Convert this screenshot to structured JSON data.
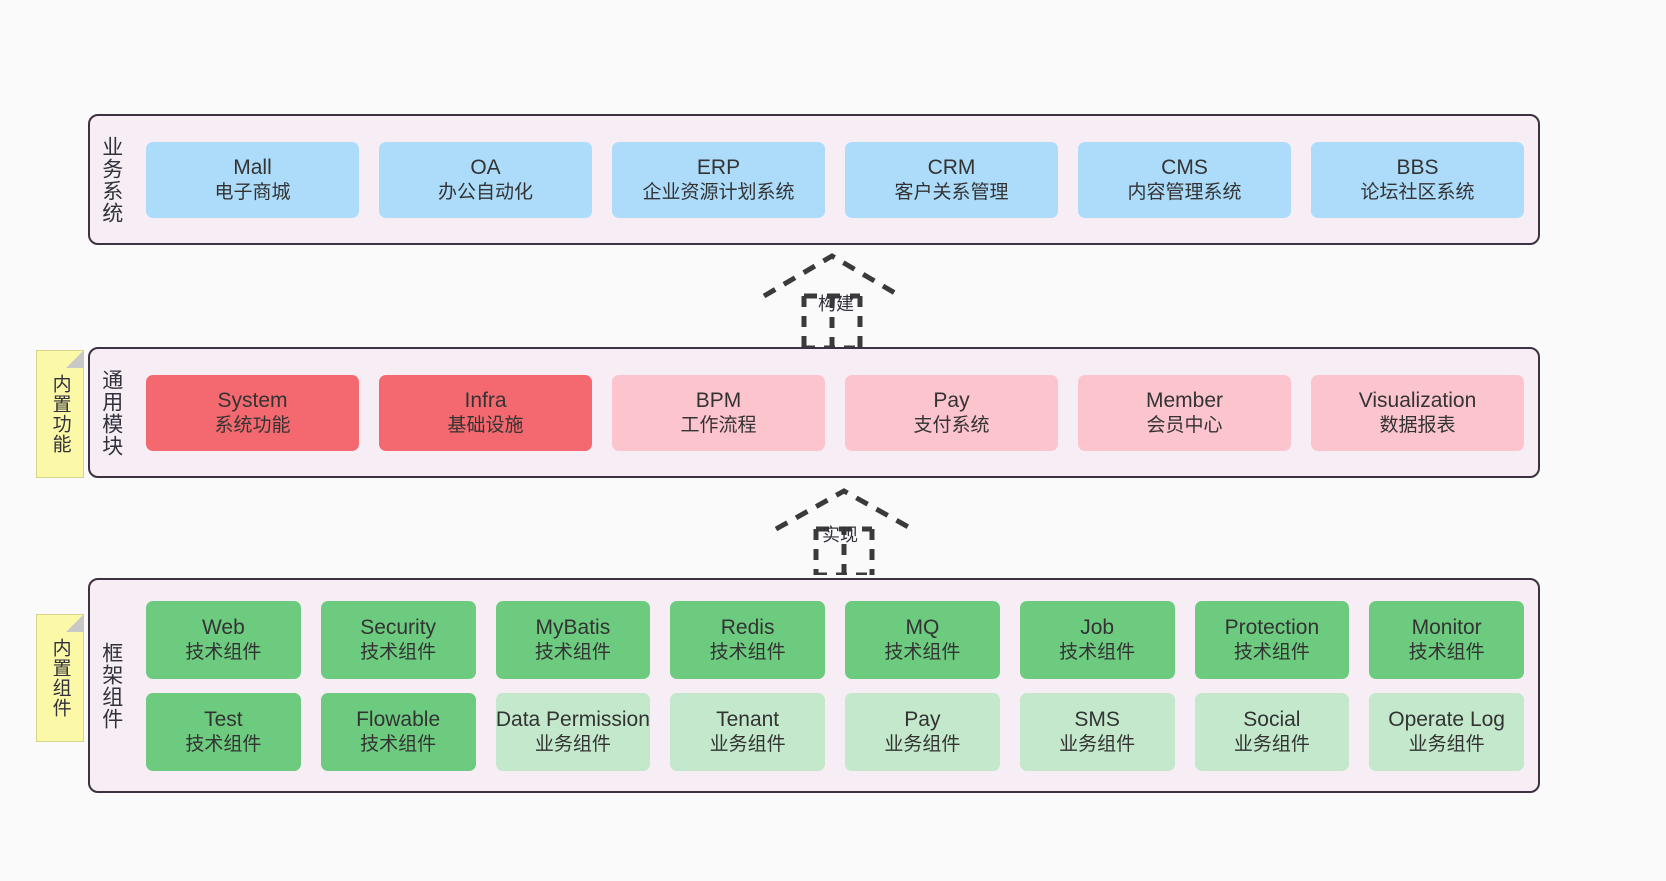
{
  "diagram": {
    "background_color": "#fafafa",
    "band_background": "#f7edf5",
    "band_border": "#3d3240"
  },
  "bands": {
    "business": {
      "label": "业务系统",
      "color": "#addcfb",
      "items": [
        {
          "name": "Mall",
          "desc": "电子商城"
        },
        {
          "name": "OA",
          "desc": "办公自动化"
        },
        {
          "name": "ERP",
          "desc": "企业资源计划系统"
        },
        {
          "name": "CRM",
          "desc": "客户关系管理"
        },
        {
          "name": "CMS",
          "desc": "内容管理系统"
        },
        {
          "name": "BBS",
          "desc": "论坛社区系统"
        }
      ]
    },
    "modules": {
      "label": "通用模块",
      "note": "内置功能",
      "color_primary": "#f4696f",
      "color_secondary": "#fcc5ce",
      "items": [
        {
          "name": "System",
          "desc": "系统功能",
          "tone": "primary"
        },
        {
          "name": "Infra",
          "desc": "基础设施",
          "tone": "primary"
        },
        {
          "name": "BPM",
          "desc": "工作流程",
          "tone": "secondary"
        },
        {
          "name": "Pay",
          "desc": "支付系统",
          "tone": "secondary"
        },
        {
          "name": "Member",
          "desc": "会员中心",
          "tone": "secondary"
        },
        {
          "name": "Visualization",
          "desc": "数据报表",
          "tone": "secondary"
        }
      ]
    },
    "framework": {
      "label": "框架组件",
      "note": "内置组件",
      "color_tech": "#6dcb7f",
      "color_biz": "#c3e8cb",
      "row_tech": [
        {
          "name": "Web",
          "desc": "技术组件"
        },
        {
          "name": "Security",
          "desc": "技术组件"
        },
        {
          "name": "MyBatis",
          "desc": "技术组件"
        },
        {
          "name": "Redis",
          "desc": "技术组件"
        },
        {
          "name": "MQ",
          "desc": "技术组件"
        },
        {
          "name": "Job",
          "desc": "技术组件"
        },
        {
          "name": "Protection",
          "desc": "技术组件"
        },
        {
          "name": "Monitor",
          "desc": "技术组件"
        }
      ],
      "row_biz": [
        {
          "name": "Test",
          "desc": "技术组件",
          "tone": "tech"
        },
        {
          "name": "Flowable",
          "desc": "技术组件",
          "tone": "tech"
        },
        {
          "name": "Data Permission",
          "desc": "业务组件",
          "tone": "biz"
        },
        {
          "name": "Tenant",
          "desc": "业务组件",
          "tone": "biz"
        },
        {
          "name": "Pay",
          "desc": "业务组件",
          "tone": "biz"
        },
        {
          "name": "SMS",
          "desc": "业务组件",
          "tone": "biz"
        },
        {
          "name": "Social",
          "desc": "业务组件",
          "tone": "biz"
        },
        {
          "name": "Operate Log",
          "desc": "业务组件",
          "tone": "biz"
        }
      ]
    }
  },
  "connectors": [
    {
      "id": "build",
      "label": "构建",
      "style": "dashed-generalization",
      "direction": "up"
    },
    {
      "id": "implement",
      "label": "实现",
      "style": "dashed-generalization",
      "direction": "up"
    }
  ]
}
